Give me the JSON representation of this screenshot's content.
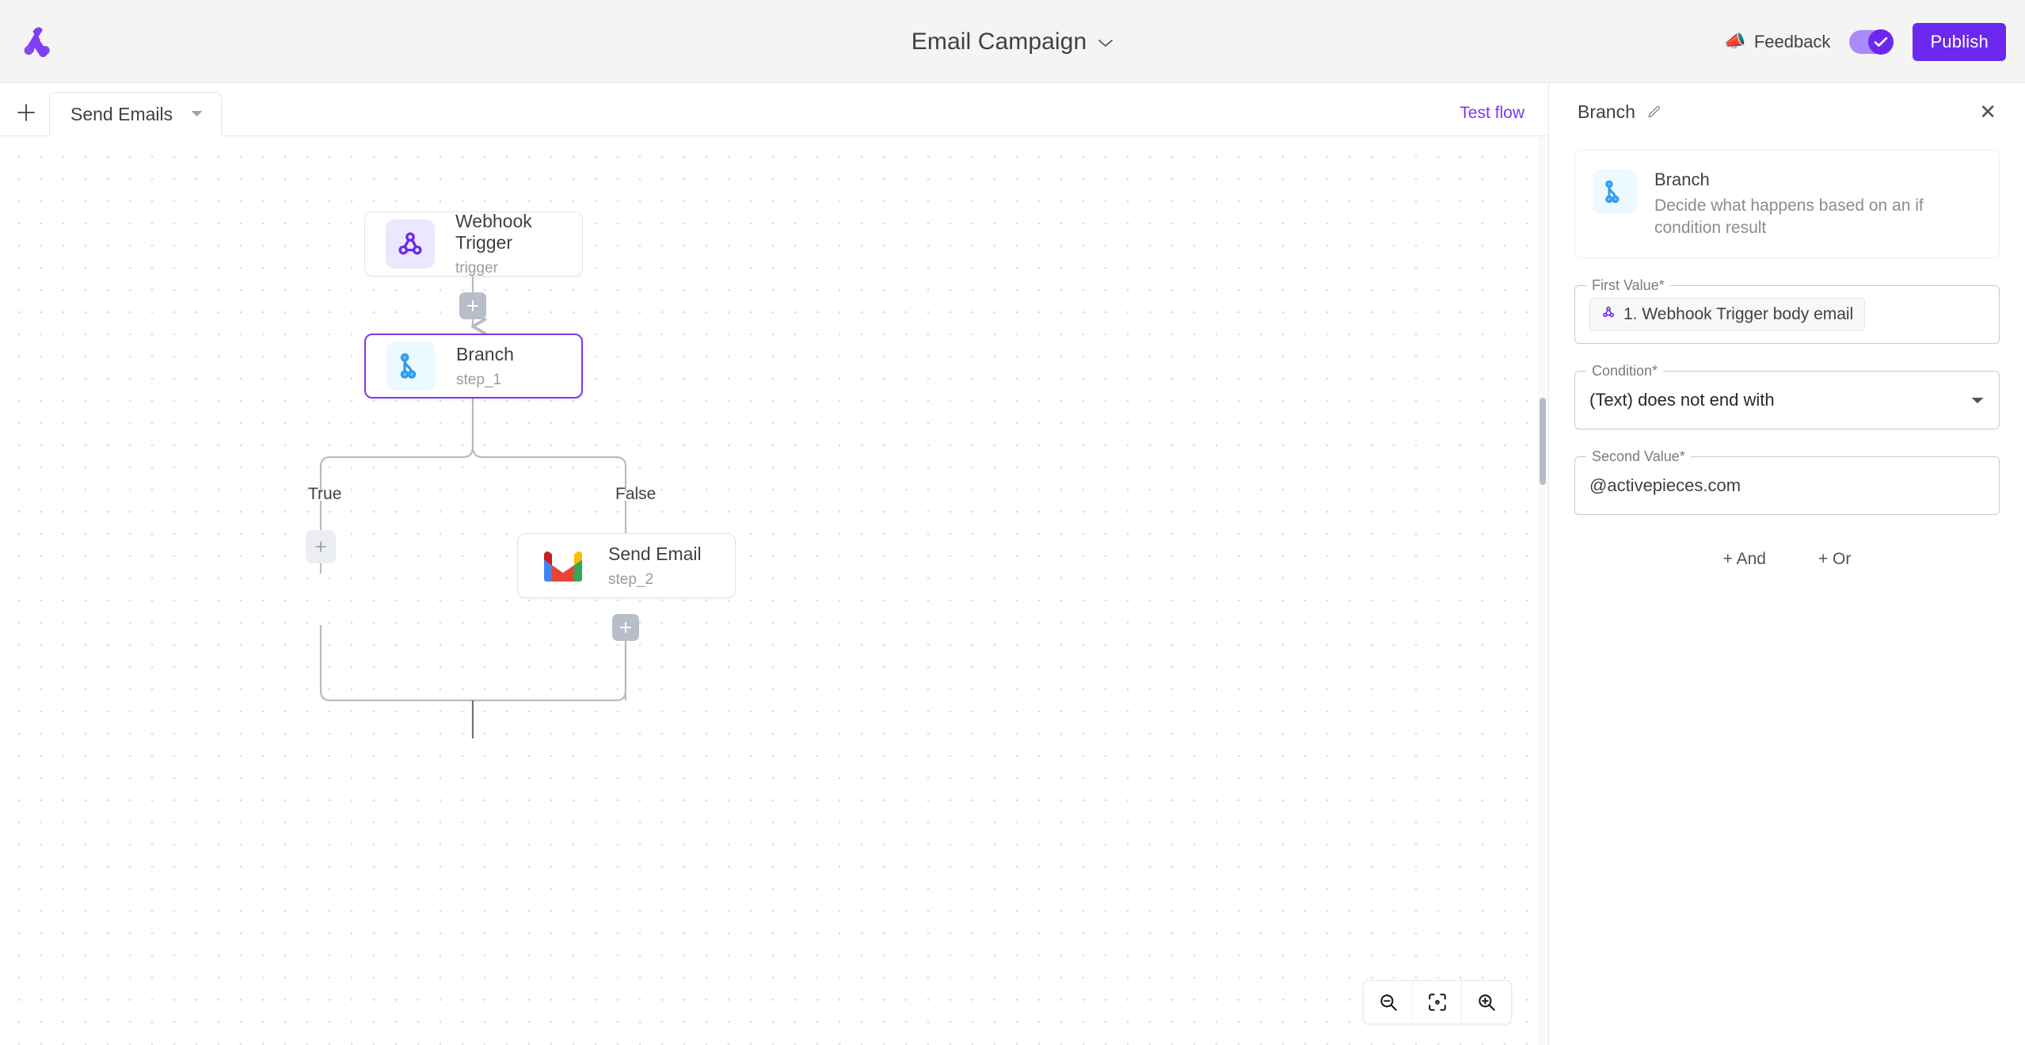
{
  "header": {
    "logo_name": "activepieces-logo",
    "flow_title": "Email Campaign",
    "title_caret_icon": "chevron-down-icon",
    "feedback_label": "Feedback",
    "feedback_icon": "megaphone-icon",
    "toggle_state": "on",
    "toggle_icon": "check-icon",
    "publish_label": "Publish",
    "accent_color": "#6d28ef"
  },
  "toolbar": {
    "add_flow_icon": "plus-icon",
    "tab_label": "Send Emails",
    "tab_caret_icon": "caret-down-icon",
    "test_flow_label": "Test flow"
  },
  "canvas": {
    "nodes": [
      {
        "id": "trigger",
        "title": "Webhook Trigger",
        "subtitle": "trigger",
        "icon": "webhook-icon",
        "selected": false
      },
      {
        "id": "step_1",
        "title": "Branch",
        "subtitle": "step_1",
        "icon": "branch-icon",
        "selected": true
      },
      {
        "id": "step_2",
        "title": "Send Email",
        "subtitle": "step_2",
        "icon": "gmail-icon",
        "selected": false
      }
    ],
    "edge_labels": {
      "true": "True",
      "false": "False"
    },
    "add_step_icon": "plus-icon",
    "zoom_controls": {
      "zoom_out_icon": "zoom-out-icon",
      "fit_view_icon": "fit-to-view-icon",
      "zoom_in_icon": "zoom-in-icon"
    }
  },
  "panel": {
    "title": "Branch",
    "edit_icon": "pencil-icon",
    "close_icon": "close-icon",
    "piece": {
      "name": "Branch",
      "description": "Decide what happens based on an if condition result",
      "icon": "branch-icon"
    },
    "fields": {
      "first_value": {
        "label": "First Value*",
        "chip_icon": "webhook-icon",
        "chip_text": "1. Webhook Trigger body email"
      },
      "condition": {
        "label": "Condition*",
        "value": "(Text) does not end with",
        "caret_icon": "caret-down-icon"
      },
      "second_value": {
        "label": "Second Value*",
        "value": "@activepieces.com",
        "placeholder": ""
      }
    },
    "logic": {
      "and_label": "+ And",
      "or_label": "+ Or"
    }
  }
}
